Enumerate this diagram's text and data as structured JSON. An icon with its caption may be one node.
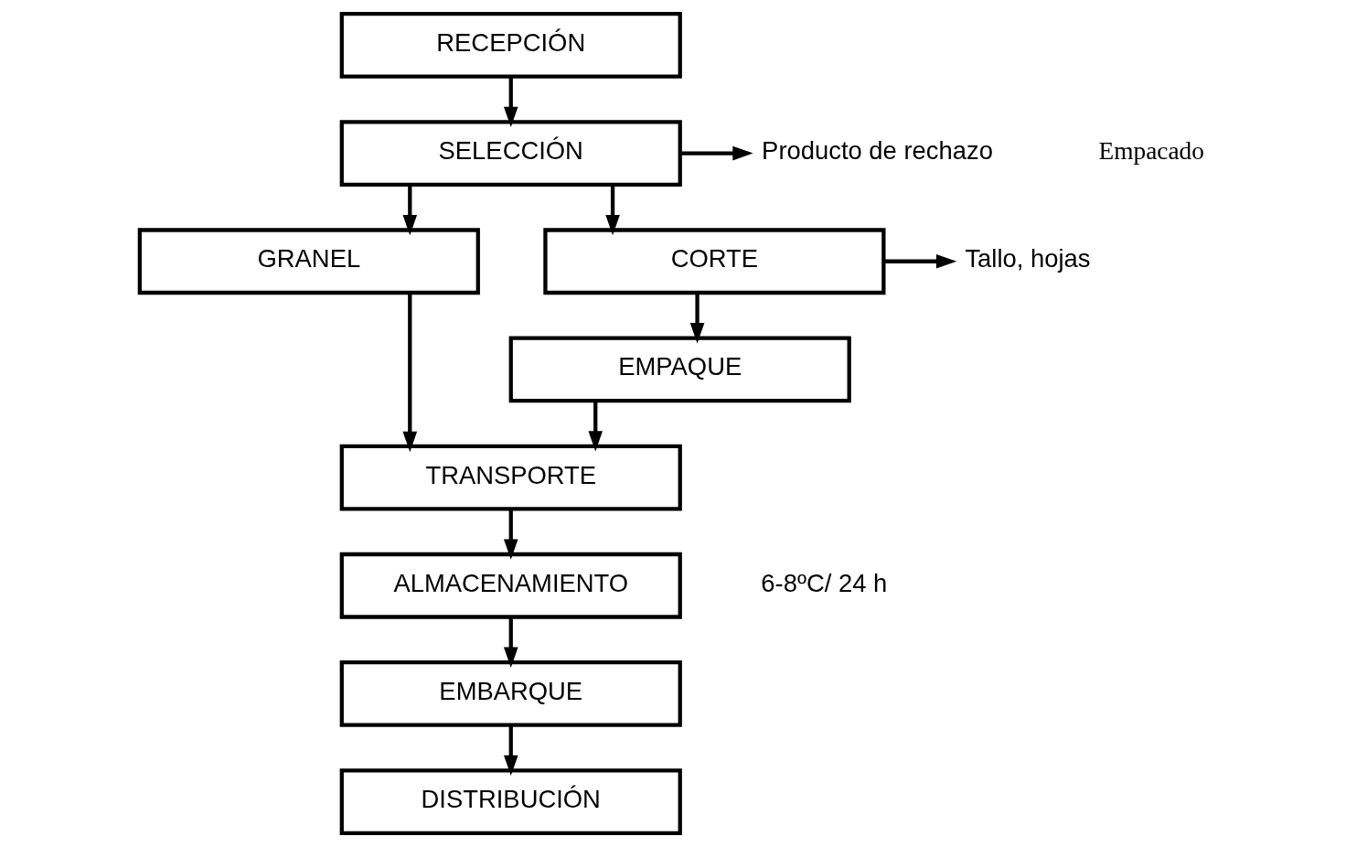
{
  "diagram": {
    "nodes": [
      {
        "text": [
          "RECEPCIÓN"
        ]
      },
      {
        "text": [
          "SELECCIÓN"
        ]
      },
      {
        "text": [
          "Producto de rechazo"
        ]
      },
      {
        "text": [
          "GRANEL"
        ]
      },
      {
        "text": [
          "CORTE"
        ]
      },
      {
        "text": [
          "Tallo, hojas"
        ]
      },
      {
        "text": [
          "EMPAQUE"
        ]
      },
      {
        "text": [
          "TRANSPORTE"
        ]
      },
      {
        "text": [
          "ALMACENAMIENTO"
        ],
        "beside": [
          "6-8ºC/ 24 h"
        ]
      },
      {
        "text": [
          "EMBARQUE"
        ]
      },
      {
        "text": [
          "DISTRIBUCIÓN"
        ]
      }
    ],
    "edges": [
      {
        "from": 0,
        "to": 1,
        "arrow": "to"
      },
      {
        "from": 1,
        "to": 2,
        "arrow": "to"
      },
      {
        "from": 1,
        "to": 3,
        "arrow": "to"
      },
      {
        "from": 1,
        "to": 4,
        "arrow": "to"
      },
      {
        "from": 4,
        "to": 5,
        "arrow": "to"
      },
      {
        "from": 4,
        "to": 6,
        "arrow": "to"
      },
      {
        "from": 3,
        "to": 7,
        "arrow": "to"
      },
      {
        "from": 6,
        "to": 7,
        "arrow": "to"
      },
      {
        "from": 7,
        "to": 8,
        "arrow": "to"
      },
      {
        "from": 8,
        "to": 9,
        "arrow": "to"
      },
      {
        "from": 9,
        "to": 10,
        "arrow": "to"
      }
    ],
    "labels": [
      "Empacado"
    ]
  }
}
